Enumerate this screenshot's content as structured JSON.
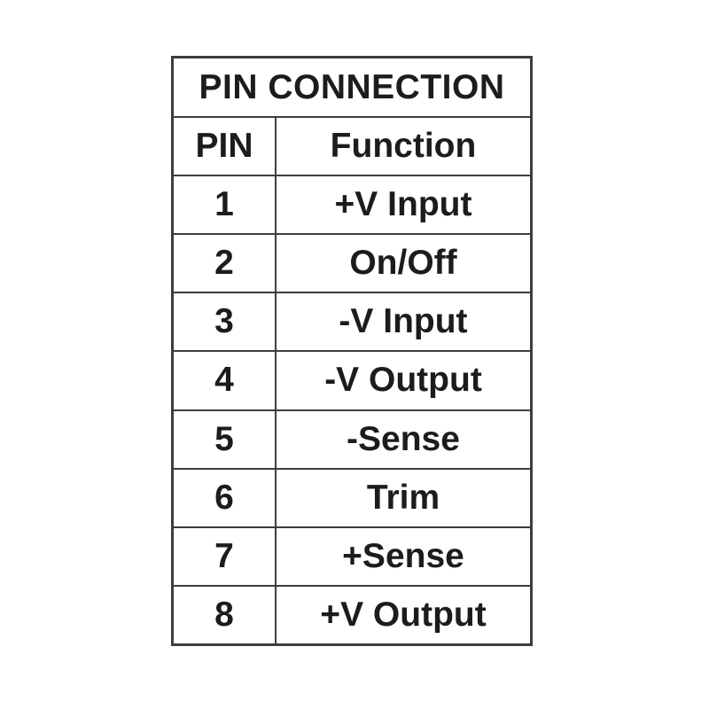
{
  "table": {
    "title": "PIN CONNECTION",
    "columns": {
      "pin": "PIN",
      "function": "Function"
    },
    "rows": [
      {
        "pin": "1",
        "function": "+V Input"
      },
      {
        "pin": "2",
        "function": "On/Off"
      },
      {
        "pin": "3",
        "function": "-V Input"
      },
      {
        "pin": "4",
        "function": "-V Output"
      },
      {
        "pin": "5",
        "function": "-Sense"
      },
      {
        "pin": "6",
        "function": "Trim"
      },
      {
        "pin": "7",
        "function": "+Sense"
      },
      {
        "pin": "8",
        "function": "+V Output"
      }
    ]
  },
  "colors": {
    "background": "#ffffff",
    "border": "#3d3d3d",
    "text": "#1c1c1c"
  }
}
